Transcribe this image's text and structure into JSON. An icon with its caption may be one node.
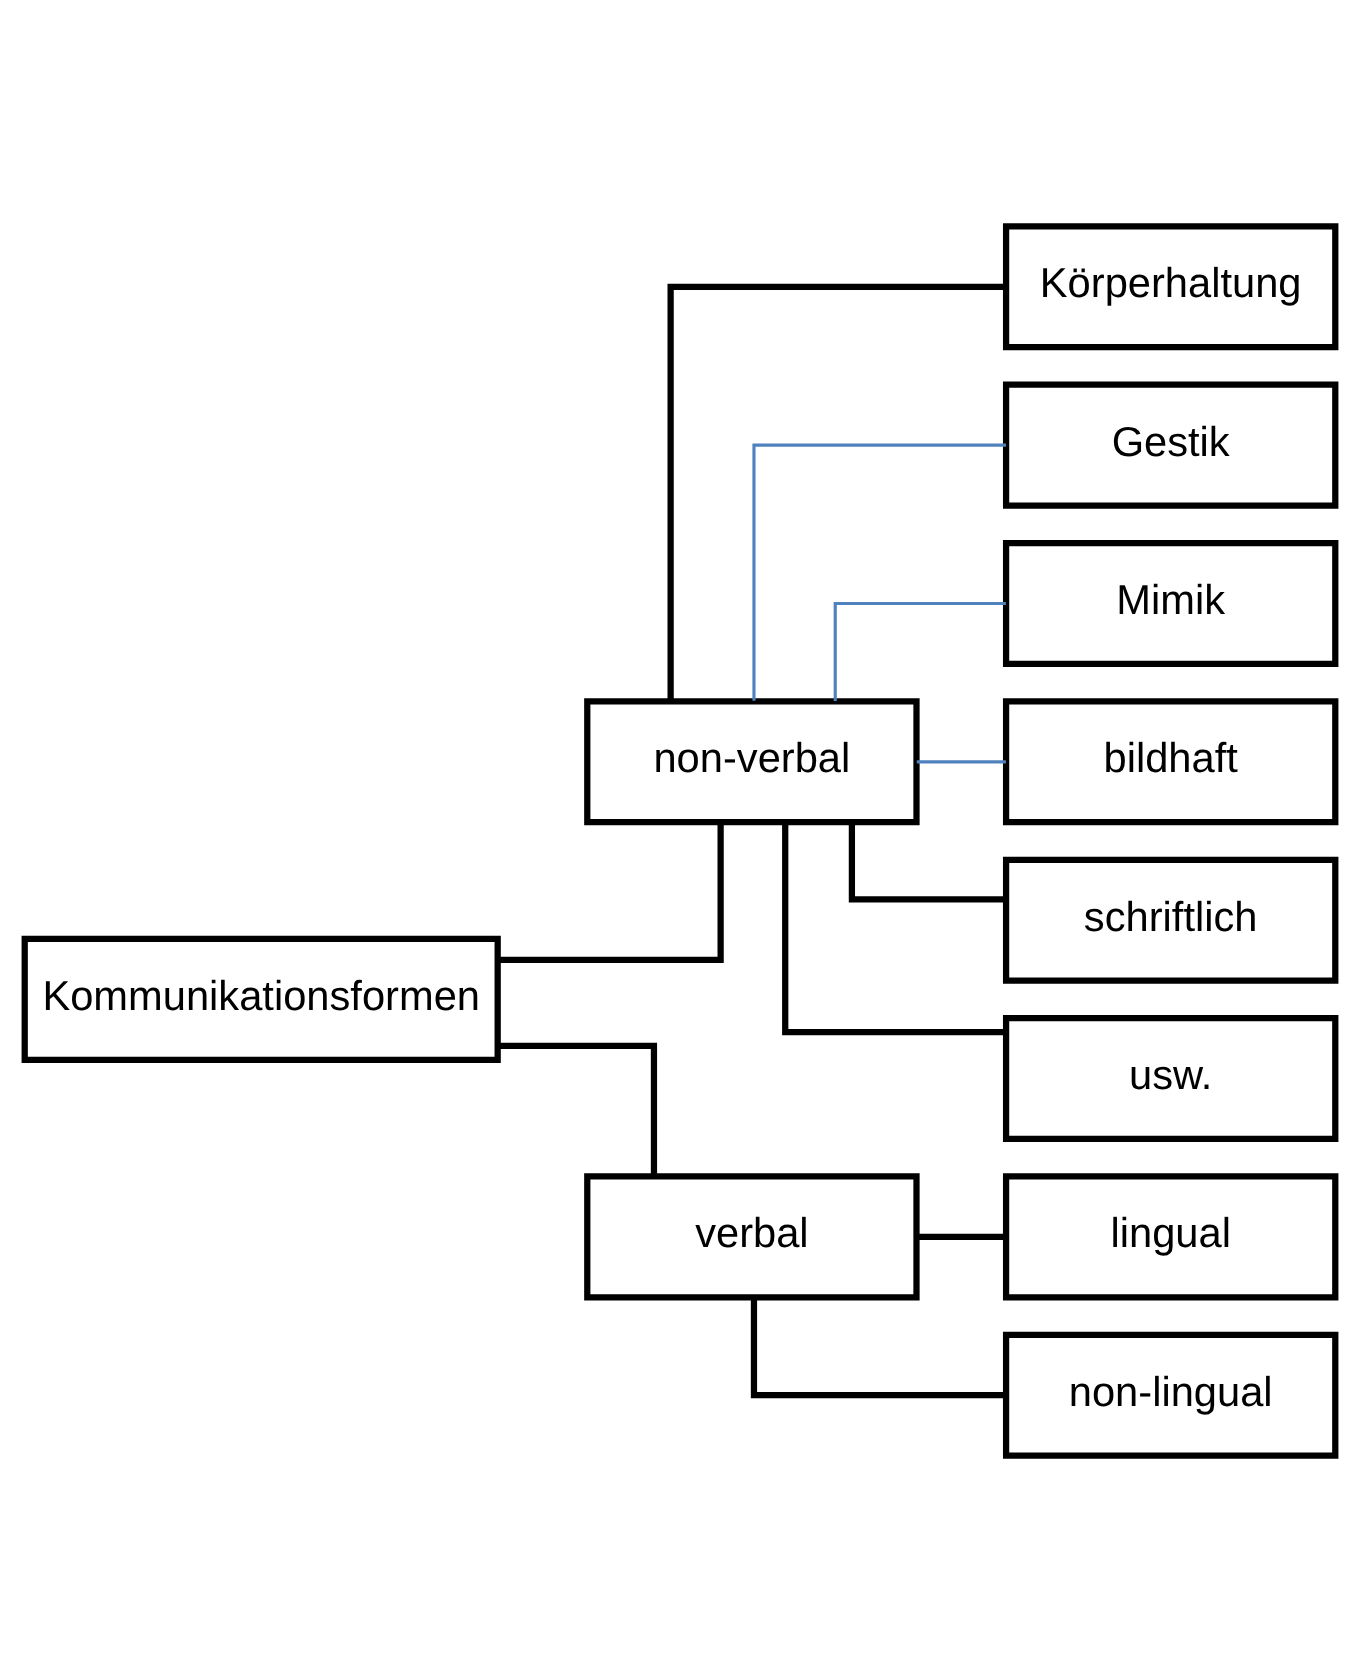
{
  "diagram": {
    "nodes": [
      {
        "text": [
          "Kommunikationsformen"
        ]
      },
      {
        "text": [
          "non-verbal"
        ]
      },
      {
        "text": [
          "verbal"
        ]
      },
      {
        "text": [
          "Körperhaltung"
        ]
      },
      {
        "text": [
          "Gestik"
        ]
      },
      {
        "text": [
          "Mimik"
        ]
      },
      {
        "text": [
          "bildhaft"
        ]
      },
      {
        "text": [
          "schriftlich"
        ]
      },
      {
        "text": [
          "usw."
        ]
      },
      {
        "text": [
          "lingual"
        ]
      },
      {
        "text": [
          "non-lingual"
        ]
      }
    ],
    "edges": [
      {
        "from": 0,
        "to": 1,
        "arrow": "none"
      },
      {
        "from": 0,
        "to": 2,
        "arrow": "none"
      },
      {
        "from": 1,
        "to": 3,
        "arrow": "none"
      },
      {
        "from": 1,
        "to": 4,
        "arrow": "none",
        "color": "#4f81bd"
      },
      {
        "from": 1,
        "to": 5,
        "arrow": "none",
        "color": "#4f81bd"
      },
      {
        "from": 1,
        "to": 6,
        "arrow": "none",
        "color": "#4f81bd"
      },
      {
        "from": 1,
        "to": 7,
        "arrow": "none"
      },
      {
        "from": 1,
        "to": 8,
        "arrow": "none"
      },
      {
        "from": 2,
        "to": 9,
        "arrow": "none"
      },
      {
        "from": 2,
        "to": 10,
        "arrow": "none"
      }
    ]
  }
}
